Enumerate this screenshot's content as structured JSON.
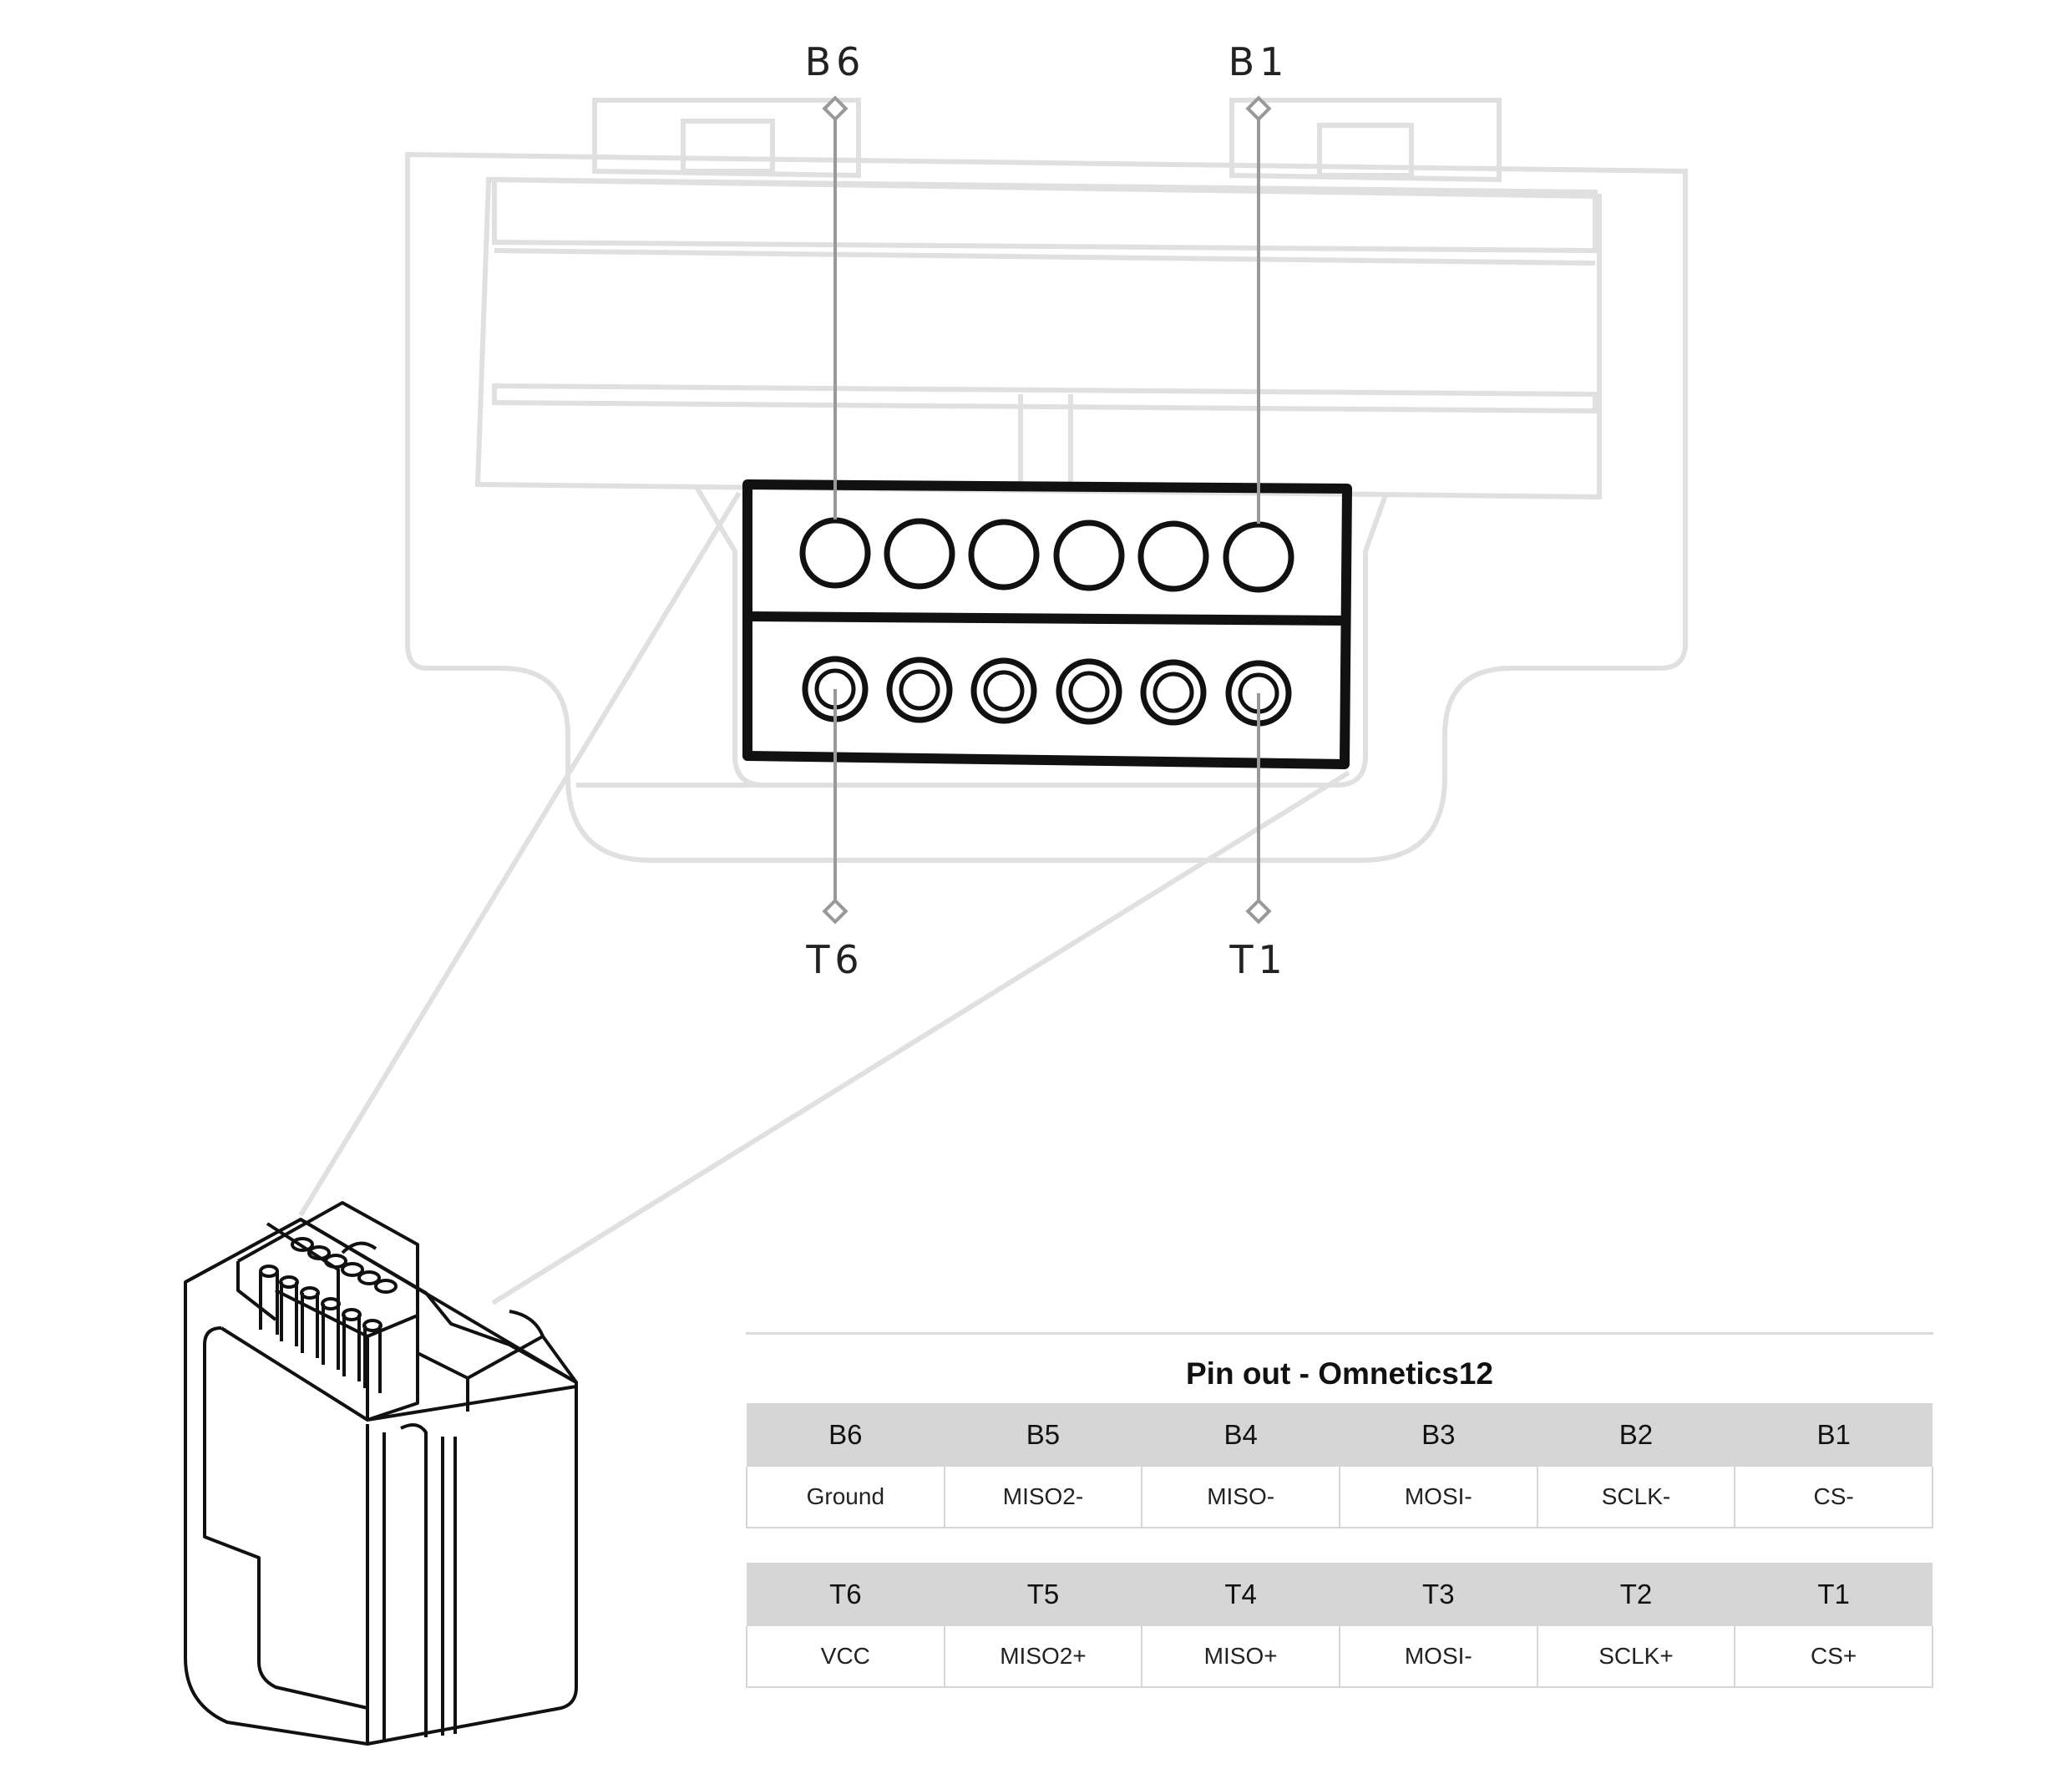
{
  "callouts": {
    "b6": "B6",
    "b1": "B1",
    "t6": "T6",
    "t1": "T1"
  },
  "pinout": {
    "title": "Pin out - Omnetics12",
    "top_row": {
      "headers": [
        "B6",
        "B5",
        "B4",
        "B3",
        "B2",
        "B1"
      ],
      "signals": [
        "Ground",
        "MISO2-",
        "MISO-",
        "MOSI-",
        "SCLK-",
        "CS-"
      ]
    },
    "bottom_row": {
      "headers": [
        "T6",
        "T5",
        "T4",
        "T3",
        "T2",
        "T1"
      ],
      "signals": [
        "VCC",
        "MISO2+",
        "MISO+",
        "MOSI-",
        "SCLK+",
        "CS+"
      ]
    }
  },
  "colors": {
    "outline_faint": "#e0e0e0",
    "connector_outline": "#111111",
    "leader_line": "#999999",
    "header_fill": "#d6d6d6"
  }
}
